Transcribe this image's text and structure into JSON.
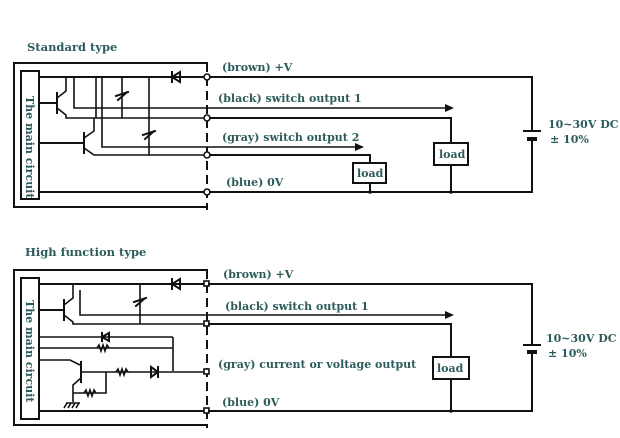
{
  "colors": {
    "text": "#2d5b5b",
    "wire": "#111111",
    "background": "#ffffff"
  },
  "sections": [
    {
      "title": "Standard type",
      "main_circuit_label": "The main circuit",
      "wires": [
        {
          "label": "(brown) +V"
        },
        {
          "label": "(black) switch output 1"
        },
        {
          "label": "(gray) switch output 2"
        },
        {
          "label": "(blue) 0V"
        }
      ],
      "loads": [
        {
          "label": "load"
        },
        {
          "label": "load"
        }
      ],
      "supply": {
        "voltage": "10~30V DC",
        "tolerance": "± 10%"
      }
    },
    {
      "title": "High function type",
      "main_circuit_label": "The main circuit",
      "wires": [
        {
          "label": "(brown) +V"
        },
        {
          "label": "(black) switch output 1"
        },
        {
          "label": "(gray) current or voltage output"
        },
        {
          "label": "(blue) 0V"
        }
      ],
      "loads": [
        {
          "label": "load"
        }
      ],
      "supply": {
        "voltage": "10~30V DC",
        "tolerance": "± 10%"
      }
    }
  ]
}
